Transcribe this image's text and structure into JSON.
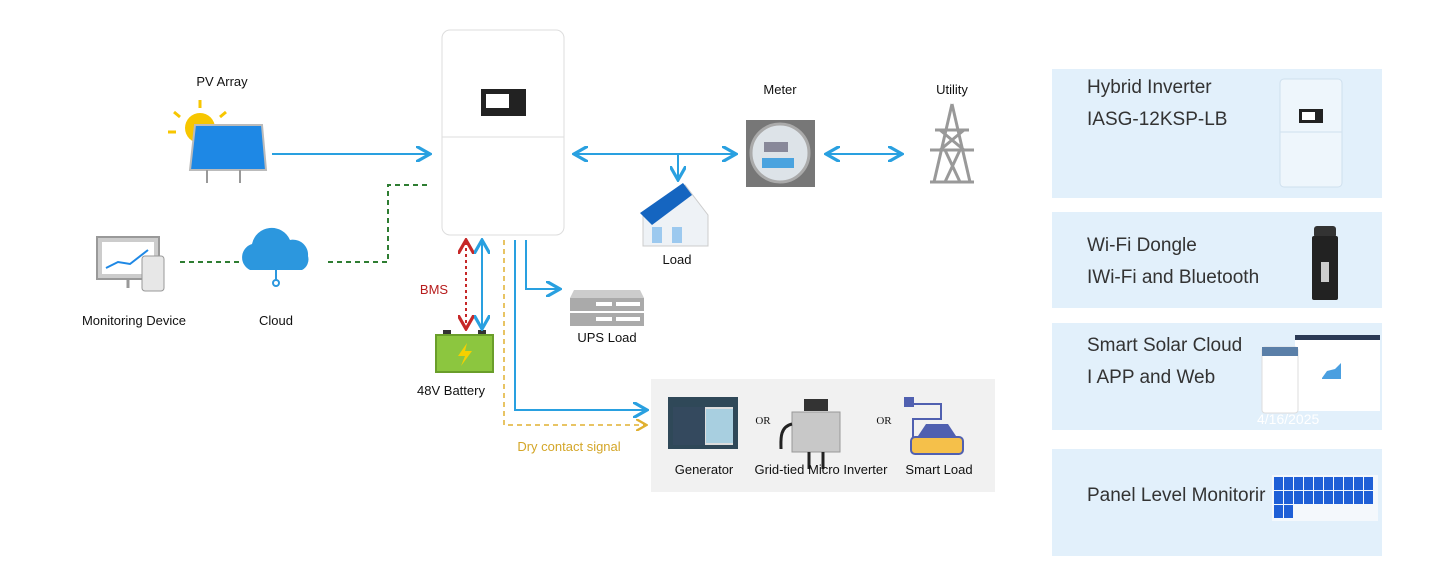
{
  "diagram": {
    "nodes": {
      "pv_array": "PV Array",
      "meter": "Meter",
      "utility": "Utility",
      "load": "Load",
      "monitoring_device": "Monitoring Device",
      "cloud": "Cloud",
      "bms": "BMS",
      "ups_load": "UPS Load",
      "battery": "48V Battery",
      "dry_contact": "Dry contact signal",
      "generator": "Generator",
      "micro_inverter": "Grid-tied Micro Inverter",
      "smart_load": "Smart Load",
      "or_1": "OR",
      "or_2": "OR"
    },
    "colors": {
      "power_line": "#29a0e0",
      "comm_line": "#2e7d32",
      "bms_line": "#c62828",
      "dry_contact_line": "#e0b030",
      "card_bg": "#e2f0fb"
    }
  },
  "cards": [
    {
      "title": "Hybrid Inverter",
      "subtitle": "IASG-12KSP-LB"
    },
    {
      "title": "Wi-Fi Dongle",
      "subtitle": "IWi-Fi and Bluetooth"
    },
    {
      "title": "Smart Solar Cloud",
      "subtitle": "I APP and Web",
      "watermark": "4/16/2025"
    },
    {
      "title": "Panel Level  Monitorir"
    }
  ]
}
